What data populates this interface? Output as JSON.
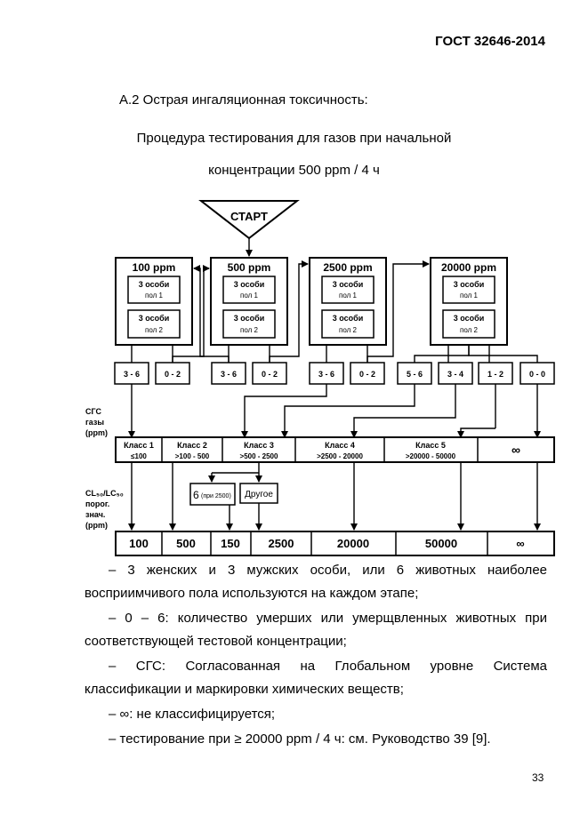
{
  "header": {
    "doc_number": "ГОСТ 32646-2014"
  },
  "section_title": "A.2 Острая ингаляционная токсичность:",
  "procedure_title_line1": "Процедура тестирования для газов при начальной",
  "procedure_title_line2": "концентрации 500 ppm / 4 ч",
  "flowchart": {
    "start_label": "СТАРТ",
    "stages": [
      {
        "conc": "100 ppm",
        "grp1_l1": "3 особи",
        "grp1_l2": "пол 1",
        "grp2_l1": "3 особи",
        "grp2_l2": "пол 2"
      },
      {
        "conc": "500 ppm",
        "grp1_l1": "3 особи",
        "grp1_l2": "пол 1",
        "grp2_l1": "3 особи",
        "grp2_l2": "пол 2"
      },
      {
        "conc": "2500 ppm",
        "grp1_l1": "3 особи",
        "grp1_l2": "пол 1",
        "grp2_l1": "3 особи",
        "grp2_l2": "пол 2"
      },
      {
        "conc": "20000 ppm",
        "grp1_l1": "3 особи",
        "grp1_l2": "пол 1",
        "grp2_l1": "3 особи",
        "grp2_l2": "пол 2"
      }
    ],
    "outcomes": [
      "3 - 6",
      "0 - 2",
      "3 - 6",
      "0 - 2",
      "3 - 6",
      "0 - 2",
      "5 - 6",
      "3 - 4",
      "1 - 2",
      "0 - 0"
    ],
    "ghs_label": [
      "СГС",
      "газы",
      "(ppm)"
    ],
    "classes": [
      {
        "name": "Класс 1",
        "range": "≤100"
      },
      {
        "name": "Класс 2",
        "range": ">100 - 500"
      },
      {
        "name": "Класс 3",
        "range": ">500 - 2500"
      },
      {
        "name": "Класс 4",
        "range": ">2500 - 20000"
      },
      {
        "name": "Класс 5",
        "range": ">20000 - 50000"
      },
      {
        "name": "∞",
        "range": ""
      }
    ],
    "cl_label": [
      "CL₅₀/LC₅₀",
      "порог.",
      "знач.",
      "(ppm)"
    ],
    "note_box1_main": "6",
    "note_box1_small": "(при 2500)",
    "note_box2": "Другое",
    "cutoffs": [
      "100",
      "500",
      "150",
      "2500",
      "20000",
      "50000",
      "∞"
    ]
  },
  "notes": [
    "– 3 женских и 3 мужских особи, или 6 животных наиболее",
    "восприимчивого пола используются на каждом этапе;",
    "– 0 – 6: количество умерших или умерщвленных животных при",
    "соответствующей тестовой концентрации;",
    "– СГС: Согласованная на Глобальном уровне Система",
    "классификации и маркировки химических веществ;",
    "– ∞: не классифицируется;",
    "– тестирование при ≥ 20000 ppm / 4 ч: см. Руководство 39 [9]."
  ],
  "page_number": "33"
}
